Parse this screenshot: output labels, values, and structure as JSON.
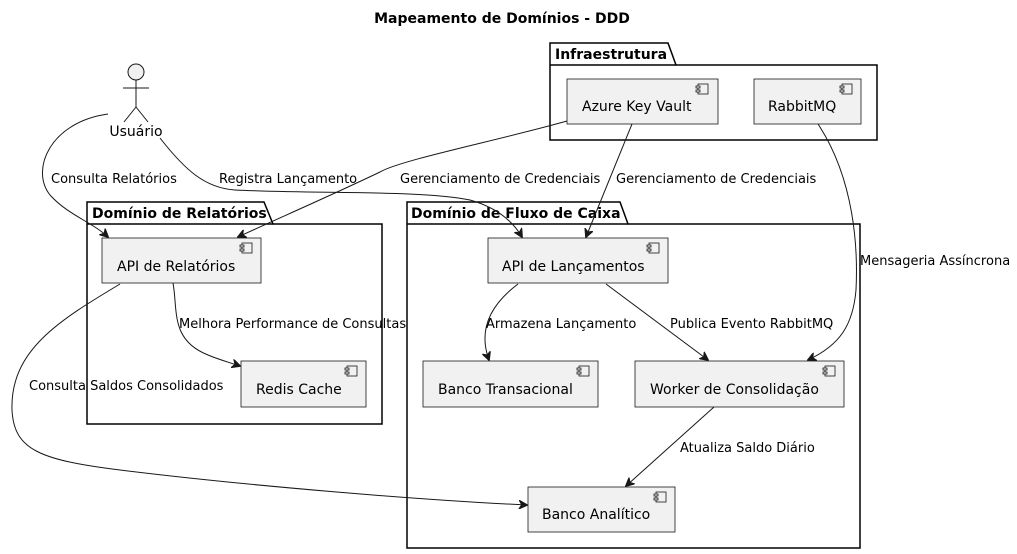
{
  "title": "Mapeamento de Domínios - DDD",
  "actor": {
    "label": "Usuário"
  },
  "packages": {
    "infra": {
      "label": "Infraestrutura"
    },
    "relatorios": {
      "label": "Domínio de Relatórios"
    },
    "fluxo": {
      "label": "Domínio de Fluxo de Caixa"
    }
  },
  "components": {
    "azure_key_vault": "Azure Key Vault",
    "rabbitmq": "RabbitMQ",
    "api_relatorios": "API de Relatórios",
    "redis_cache": "Redis Cache",
    "api_lancamentos": "API de Lançamentos",
    "banco_transacional": "Banco Transacional",
    "worker_consolidacao": "Worker de Consolidação",
    "banco_analitico": "Banco Analítico"
  },
  "edges": {
    "consulta_relatorios": "Consulta Relatórios",
    "registra_lancamento": "Registra Lançamento",
    "cred_relatorios": "Gerenciamento de Credenciais",
    "cred_lancamentos": "Gerenciamento de Credenciais",
    "mensageria": "Mensageria Assíncrona",
    "melhora_performance": "Melhora Performance de Consultas",
    "consulta_saldos": "Consulta Saldos Consolidados",
    "armazena": "Armazena Lançamento",
    "publica_evento": "Publica Evento RabbitMQ",
    "atualiza_saldo": "Atualiza Saldo Diário"
  }
}
